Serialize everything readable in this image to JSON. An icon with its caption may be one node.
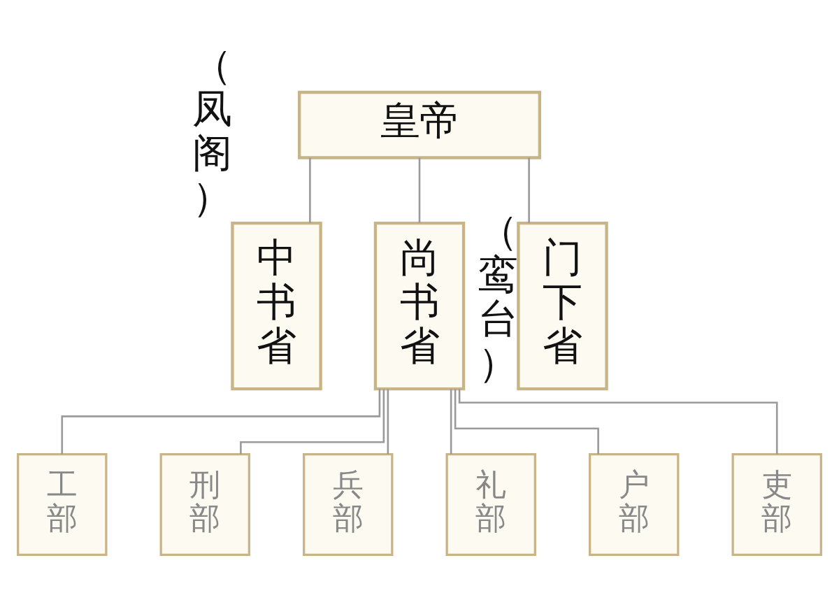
{
  "diagram": {
    "nodes": [
      {
        "text": [
          "皇帝"
        ]
      },
      {
        "text": [
          "中书省"
        ],
        "beside": [
          "（凤阁）"
        ]
      },
      {
        "text": [
          "尚书省"
        ]
      },
      {
        "text": [
          "门下省"
        ],
        "beside": [
          "（鸾台）"
        ]
      },
      {
        "text": [
          "工部"
        ]
      },
      {
        "text": [
          "刑部"
        ]
      },
      {
        "text": [
          "兵部"
        ]
      },
      {
        "text": [
          "礼部"
        ]
      },
      {
        "text": [
          "户部"
        ]
      },
      {
        "text": [
          "吏部"
        ]
      }
    ],
    "edges": [
      {
        "from": 0,
        "to": 1,
        "arrow": "none"
      },
      {
        "from": 0,
        "to": 2,
        "arrow": "none"
      },
      {
        "from": 0,
        "to": 3,
        "arrow": "none"
      },
      {
        "from": 2,
        "to": 4,
        "arrow": "none"
      },
      {
        "from": 2,
        "to": 5,
        "arrow": "none"
      },
      {
        "from": 2,
        "to": 6,
        "arrow": "none"
      },
      {
        "from": 2,
        "to": 7,
        "arrow": "none"
      },
      {
        "from": 2,
        "to": 8,
        "arrow": "none"
      },
      {
        "from": 2,
        "to": 9,
        "arrow": "none"
      }
    ]
  }
}
